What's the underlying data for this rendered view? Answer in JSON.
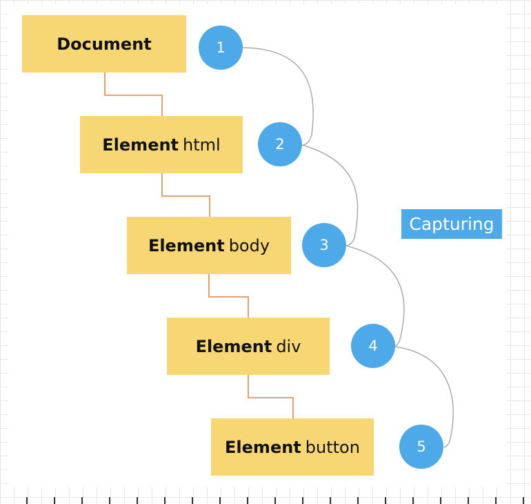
{
  "nodes": [
    {
      "bold": "Document",
      "rest": ""
    },
    {
      "bold": "Element",
      "rest": "html"
    },
    {
      "bold": "Element",
      "rest": "body"
    },
    {
      "bold": "Element",
      "rest": "div"
    },
    {
      "bold": "Element",
      "rest": "button"
    }
  ],
  "steps": [
    "1",
    "2",
    "3",
    "4",
    "5"
  ],
  "phase_label": "Capturing",
  "colors": {
    "node_fill": "#f7d774",
    "step_fill": "#4ea9e8",
    "connector": "#e8a070",
    "flow_curve": "#aaaaaa"
  }
}
